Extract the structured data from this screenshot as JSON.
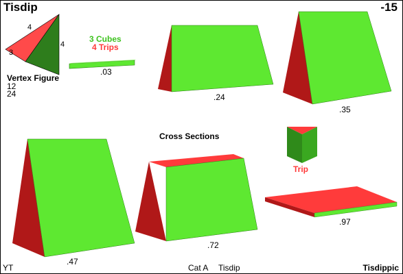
{
  "title": "Tisdip",
  "corner_number": "-15",
  "vertex_figure": {
    "label": "Vertex Figure",
    "numbers": [
      "12",
      "24"
    ],
    "edge_labels": [
      "4",
      "4",
      "3"
    ]
  },
  "cells": {
    "cubes": "3 Cubes",
    "trips": "4 Trips",
    "cube_color": "#3ec21f",
    "trip_color": "#ff3a3a"
  },
  "sections": {
    "label": "Cross Sections",
    "values": [
      ".03",
      ".24",
      ".35",
      ".47",
      ".72",
      ".97"
    ]
  },
  "trip_label": "Trip",
  "footer": {
    "left": "YT",
    "center_a": "Cat A",
    "center_b": "Tisdip",
    "right": "Tisdippic"
  },
  "colors": {
    "green_face": "#5ee831",
    "green_dark": "#2f8a1a",
    "red_face": "#ff3b3b",
    "red_dark": "#b01818"
  }
}
